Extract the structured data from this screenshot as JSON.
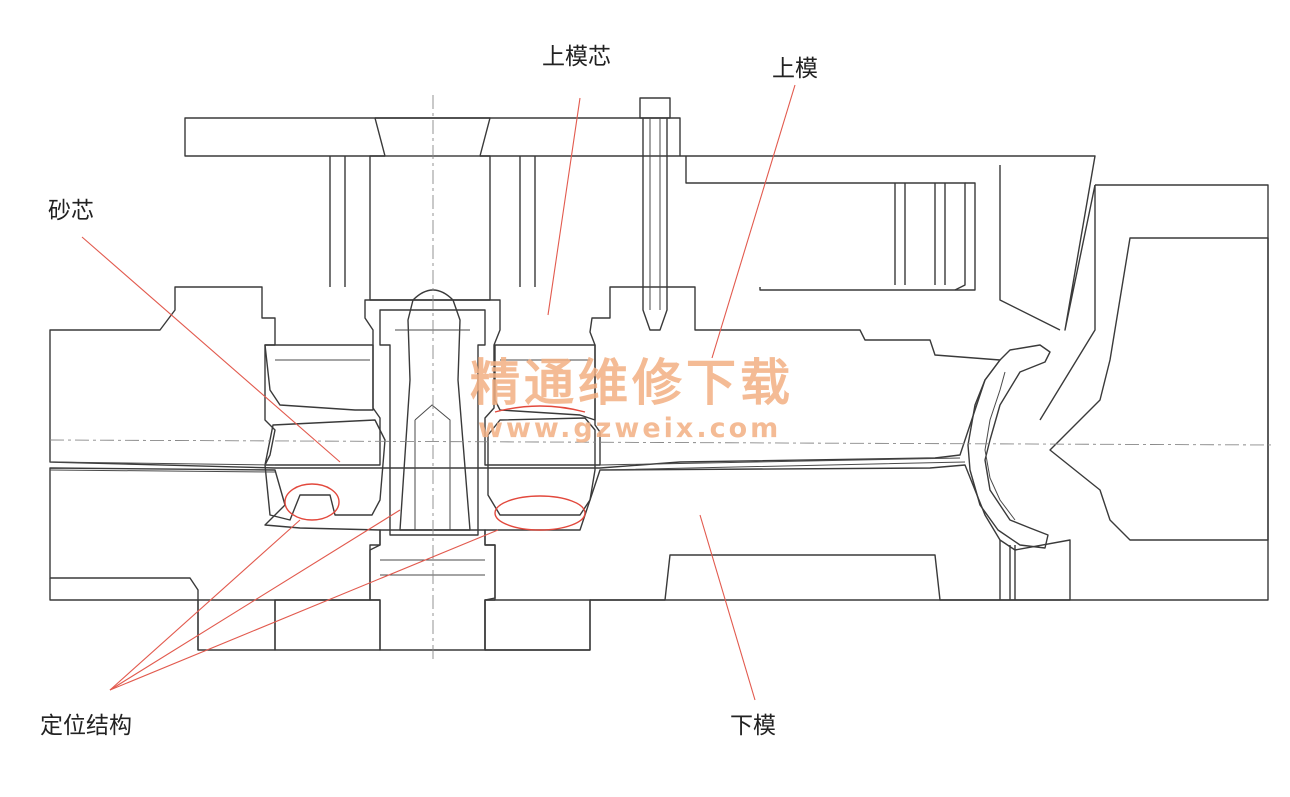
{
  "diagram": {
    "labels": {
      "upper_core": "上模芯",
      "upper_die": "上模",
      "sand_core": "砂芯",
      "locating_structure": "定位结构",
      "lower_die": "下模"
    },
    "watermark": {
      "text": "精通维修下载",
      "url": "www.gzweix.com"
    },
    "colors": {
      "line": "#3a3a3a",
      "hatch": "#555555",
      "leader": "#e25a4e",
      "highlight": "#e2483c",
      "watermark": "#f3b083"
    }
  }
}
